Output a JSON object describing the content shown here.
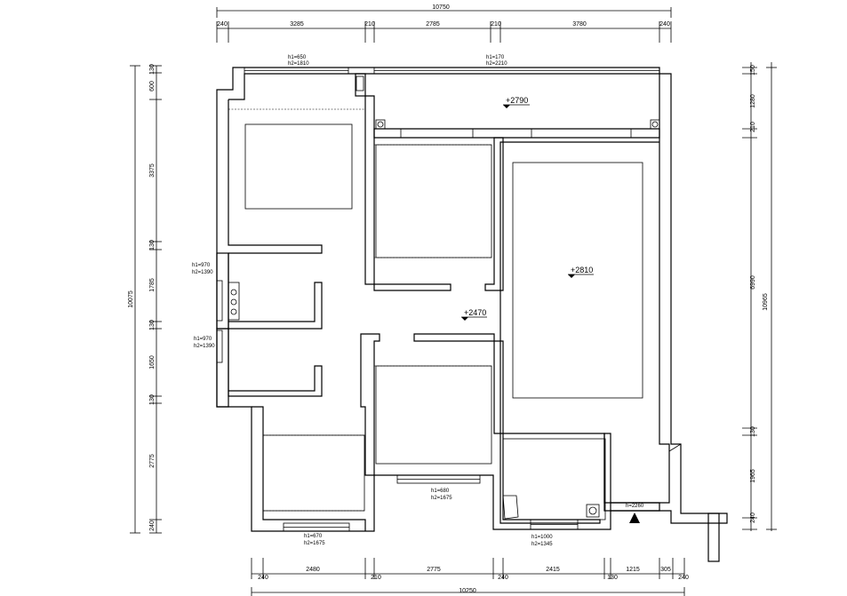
{
  "dimensions": {
    "top_total": "10750",
    "top": [
      "240",
      "3285",
      "210",
      "2785",
      "210",
      "3780",
      "240"
    ],
    "bottom_total": "10250",
    "bottom": [
      "240",
      "2480",
      "210",
      "2775",
      "240",
      "2415",
      "130",
      "1215",
      "305",
      "240"
    ],
    "left_total": "10075",
    "left": [
      "130",
      "600",
      "3375",
      "130",
      "1785",
      "130",
      "1650",
      "130",
      "2775",
      "240"
    ],
    "right_total": "10965",
    "right": [
      "150",
      "1280",
      "210",
      "6990",
      "130",
      "1965",
      "240"
    ]
  },
  "annotations": {
    "win_top_left": [
      "h1=650",
      "h2=1810"
    ],
    "win_top_mid": [
      "h1=170",
      "h2=2210"
    ],
    "win_left_1": [
      "h1=970",
      "h2=1390"
    ],
    "win_left_2": [
      "h1=970",
      "h2=1390"
    ],
    "win_bottom_mid": [
      "h1=680",
      "h2=1675"
    ],
    "win_bottom_left": [
      "h1=670",
      "h2=1675"
    ],
    "win_bottom_right": [
      "h1=1000",
      "h2=1345"
    ],
    "door_entry": "h=2260"
  },
  "levels": {
    "balcony": "+2790",
    "living": "+2810",
    "hall": "+2470"
  }
}
